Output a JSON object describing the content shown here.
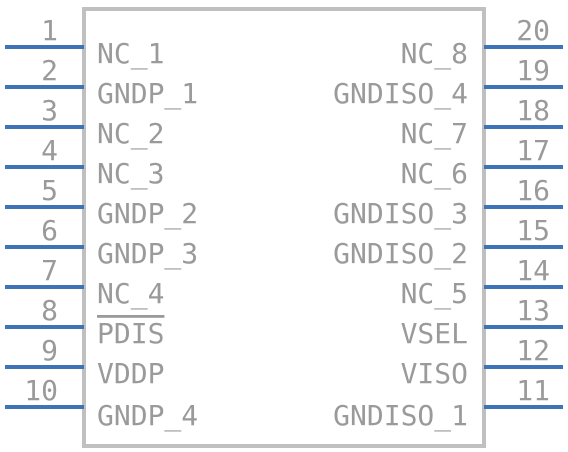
{
  "component": {
    "left_pins": [
      {
        "number": "1",
        "name": "NC_1"
      },
      {
        "number": "2",
        "name": "GNDP_1"
      },
      {
        "number": "3",
        "name": "NC_2"
      },
      {
        "number": "4",
        "name": "NC_3"
      },
      {
        "number": "5",
        "name": "GNDP_2"
      },
      {
        "number": "6",
        "name": "GNDP_3"
      },
      {
        "number": "7",
        "name": "NC_4"
      },
      {
        "number": "8",
        "name": "PDIS",
        "overbar": true
      },
      {
        "number": "9",
        "name": "VDDP"
      },
      {
        "number": "10",
        "name": "GNDP_4"
      }
    ],
    "right_pins": [
      {
        "number": "20",
        "name": "NC_8"
      },
      {
        "number": "19",
        "name": "GNDISO_4"
      },
      {
        "number": "18",
        "name": "NC_7"
      },
      {
        "number": "17",
        "name": "NC_6"
      },
      {
        "number": "16",
        "name": "GNDISO_3"
      },
      {
        "number": "15",
        "name": "GNDISO_2"
      },
      {
        "number": "14",
        "name": "NC_5"
      },
      {
        "number": "13",
        "name": "VSEL"
      },
      {
        "number": "12",
        "name": "VISO"
      },
      {
        "number": "11",
        "name": "GNDISO_1"
      }
    ]
  },
  "colors": {
    "pin_line": "#3f73b8",
    "body_outline": "#c0c0c0",
    "text": "#9a9a9a",
    "background": "#ffffff"
  }
}
